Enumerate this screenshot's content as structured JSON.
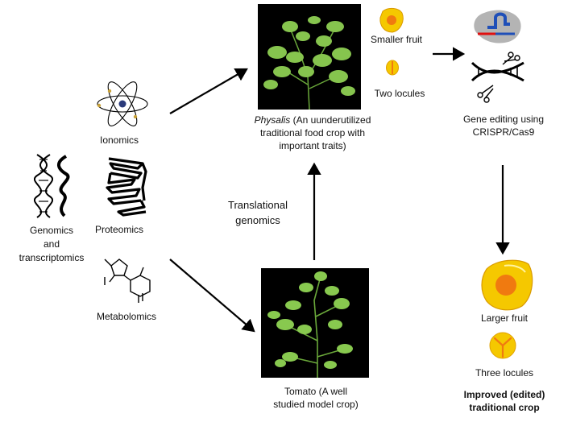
{
  "omics": {
    "ionomics": "Ionomics",
    "proteomics": "Proteomics",
    "genomics_line1": "Genomics",
    "genomics_line2": "and",
    "genomics_line3": "transcriptomics",
    "metabolomics": "Metabolomics"
  },
  "physalis": {
    "name": "Physalis",
    "desc_line1_rest": " (An uunderutilized",
    "desc_line2": "traditional food crop with",
    "desc_line3": "important traits)",
    "trait_fruit": "Smaller fruit",
    "trait_locules": "Two locules"
  },
  "tomato": {
    "line1": "Tomato (A well",
    "line2": "studied model crop)"
  },
  "translational": {
    "line1": "Translational",
    "line2": "genomics"
  },
  "editing": {
    "line1": "Gene editing using",
    "line2": "CRISPR/Cas9"
  },
  "improved": {
    "trait_fruit": "Larger fruit",
    "trait_locules": "Three locules",
    "title_line1": "Improved (edited)",
    "title_line2": "traditional crop"
  },
  "colors": {
    "fruit_yellow": "#f5c800",
    "fruit_orange": "#f07a10",
    "cas9_gray": "#b4b4b4",
    "guide_blue": "#1f4fb8",
    "guide_red": "#e01010",
    "plant_green": "#7fc245",
    "photo_bg": "#000000"
  }
}
